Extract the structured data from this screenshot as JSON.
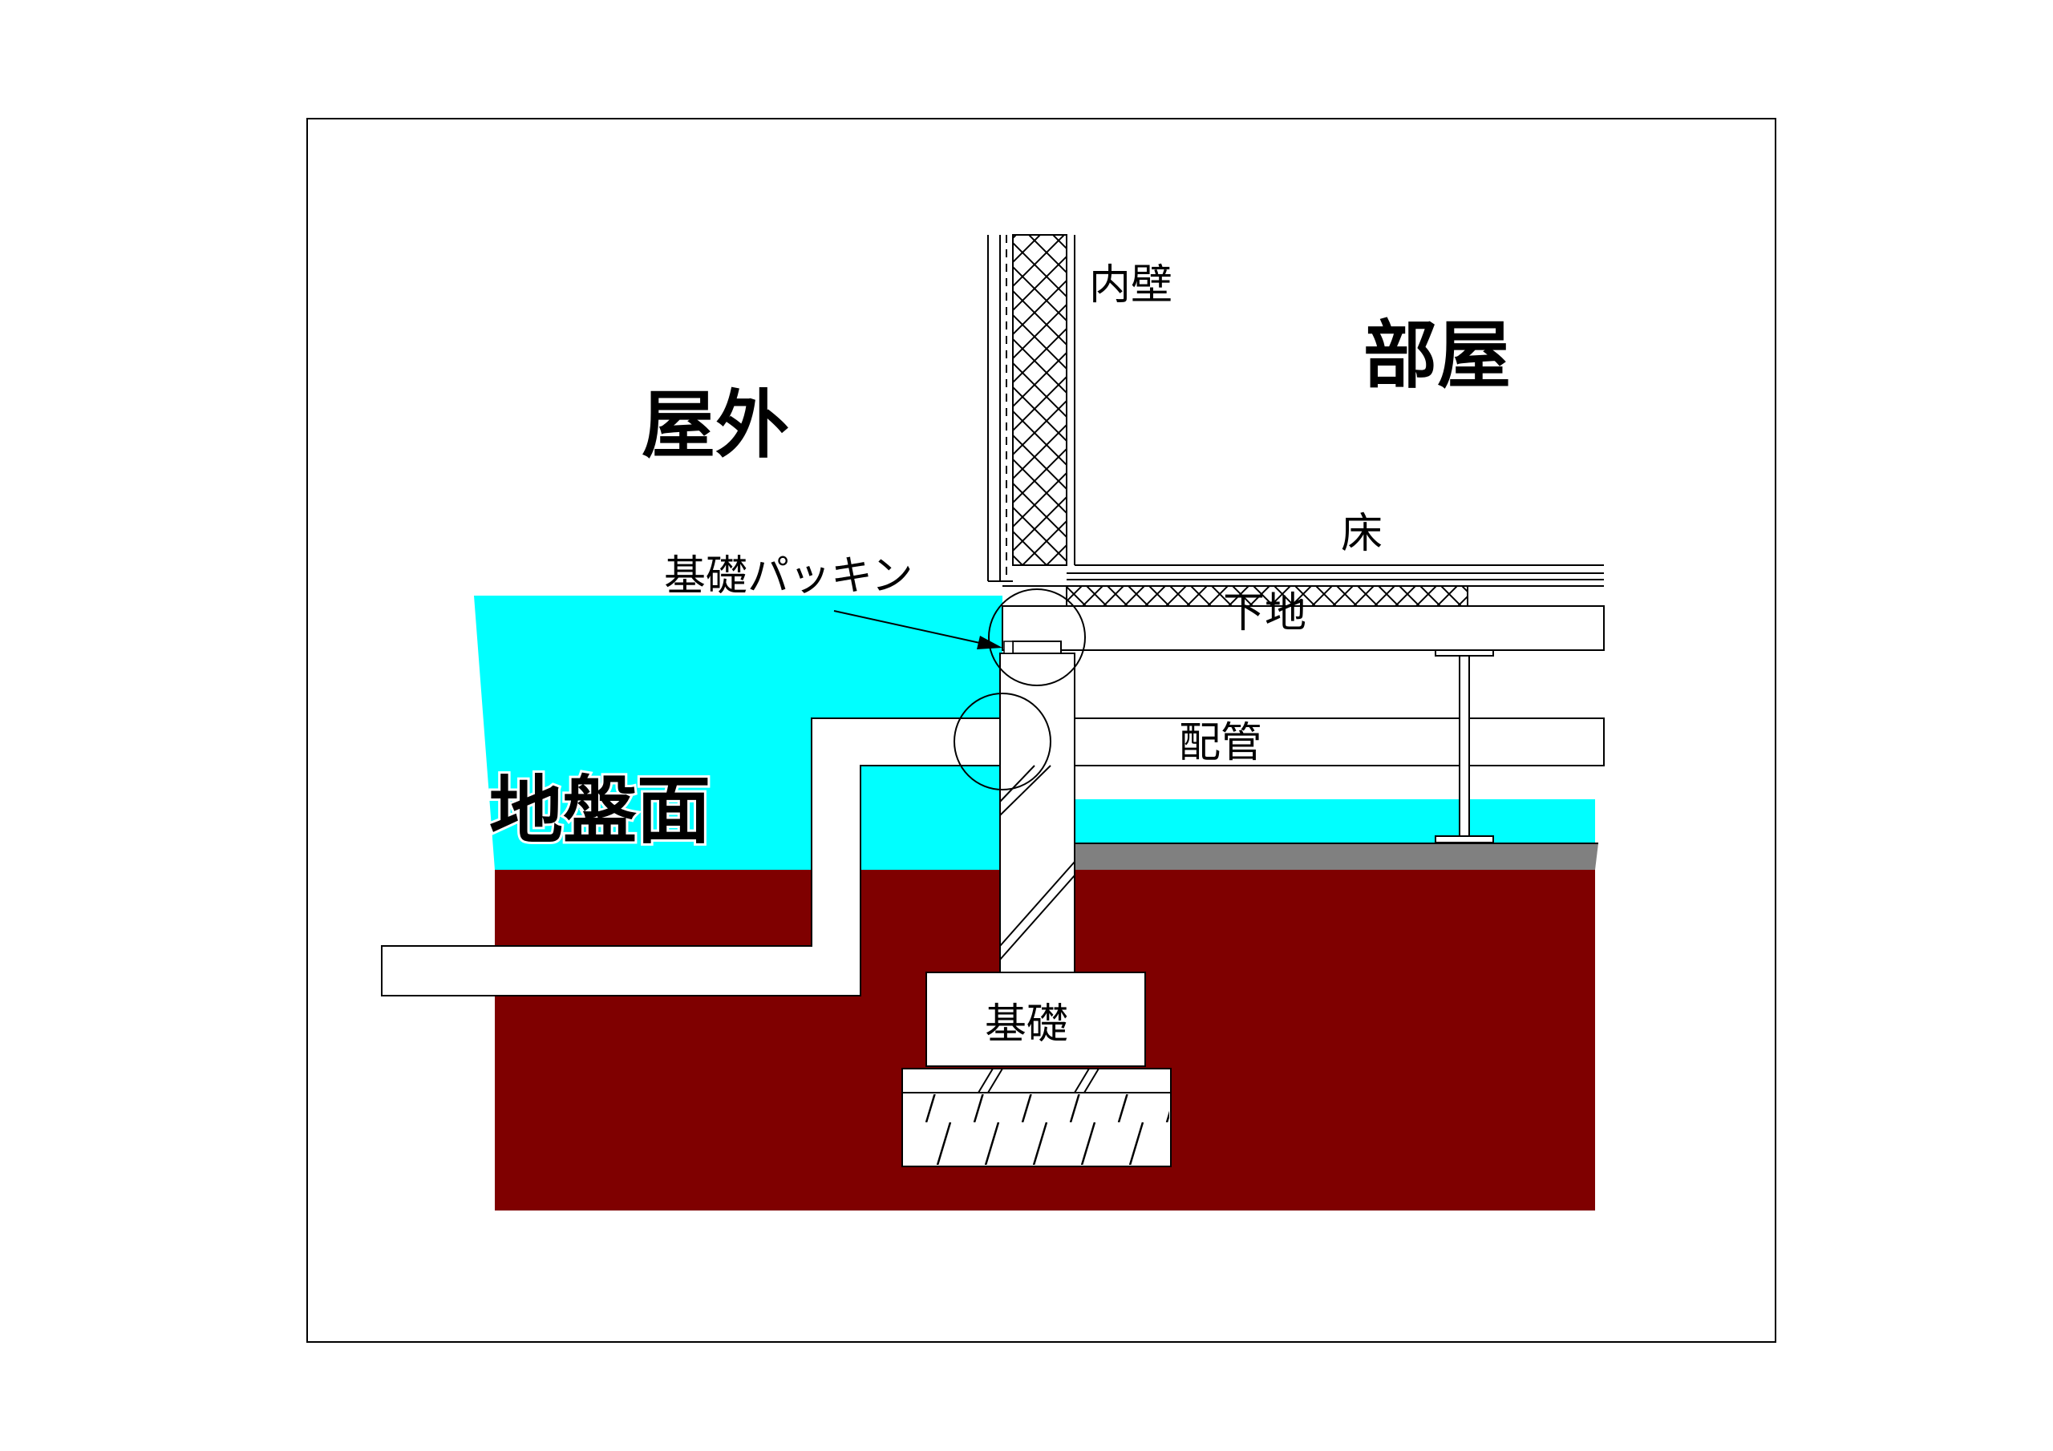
{
  "labels": {
    "outdoor": "屋外",
    "room": "部屋",
    "inner_wall": "内壁",
    "floor": "床",
    "subfloor": "下地",
    "foundation_packing": "基礎パッキン",
    "piping": "配管",
    "ground_surface": "地盤面",
    "foundation": "基礎"
  },
  "colors": {
    "air": "#00ffff",
    "soil": "#7f0000",
    "concrete_slab": "#808080",
    "background": "#ffffff",
    "line": "#000000"
  }
}
